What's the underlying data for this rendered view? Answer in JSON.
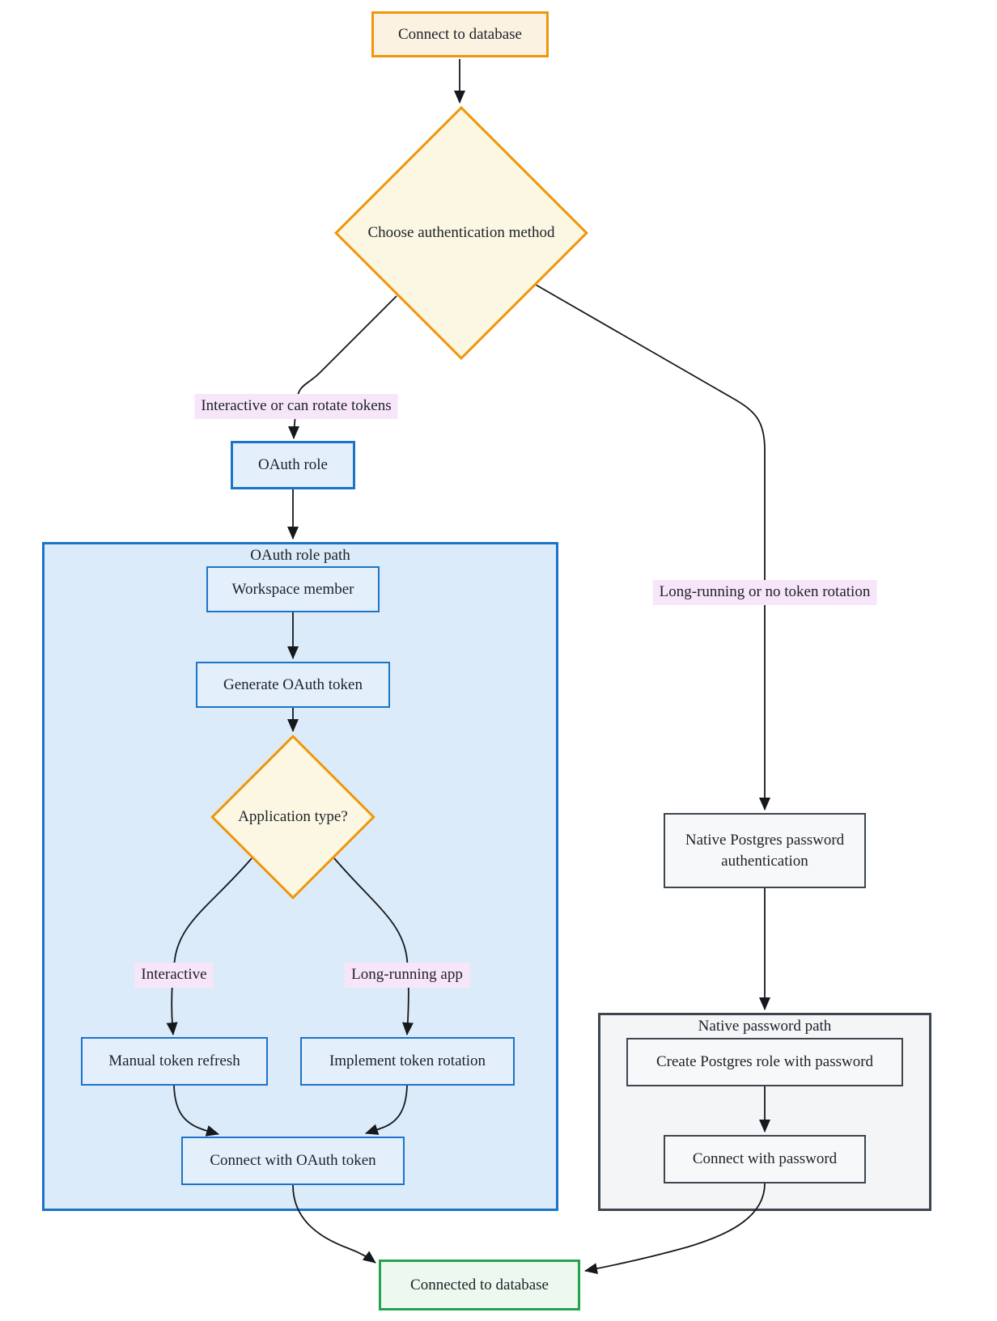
{
  "diagram": {
    "nodes": {
      "start": {
        "label": "Connect to database"
      },
      "decision_auth": {
        "label": "Choose authentication method"
      },
      "oauth_role": {
        "label": "OAuth role"
      },
      "workspace_member": {
        "label": "Workspace member"
      },
      "generate_token": {
        "label": "Generate OAuth token"
      },
      "decision_app_type": {
        "label": "Application type?"
      },
      "manual_refresh": {
        "label": "Manual token refresh"
      },
      "token_rotation": {
        "label": "Implement token rotation"
      },
      "connect_oauth": {
        "label": "Connect with OAuth token"
      },
      "native_auth": {
        "label": "Native Postgres password authentication"
      },
      "create_role": {
        "label": "Create Postgres role with password"
      },
      "connect_password": {
        "label": "Connect with password"
      },
      "connected": {
        "label": "Connected to database"
      }
    },
    "subgraphs": {
      "oauth_path": {
        "title": "OAuth role path"
      },
      "native_path": {
        "title": "Native password path"
      }
    },
    "edge_labels": {
      "interactive_rotate": "Interactive or can rotate tokens",
      "long_running_no_rotation": "Long-running or no token rotation",
      "interactive": "Interactive",
      "long_running_app": "Long-running app"
    },
    "colors": {
      "orange_border": "#F09609",
      "orange_fill": "#FCF2E2",
      "yellow_fill": "#FBF7E2",
      "blue_border": "#1C74C9",
      "blue_fill": "#E3F0FC",
      "blue_container_fill": "#DCEBFA",
      "gray_border": "#3D464F",
      "gray_fill": "#F7F8F9",
      "gray_container_fill": "#F4F5F7",
      "green_border": "#23A34B",
      "green_fill": "#EDF8EF",
      "label_bg": "#F7E6FA",
      "edge_color": "#15181C",
      "text_color": "#1D2127"
    }
  }
}
